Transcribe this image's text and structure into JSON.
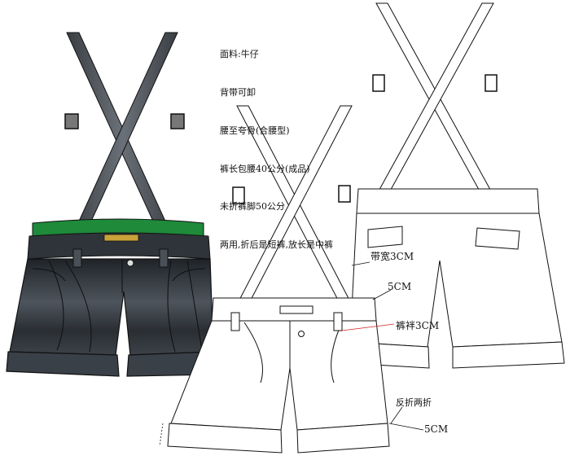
{
  "spec_notes": [
    "面料:牛仔",
    "背带可卸",
    "腰至夸骨(合腰型)",
    "裤长包腰40公分(成品)",
    "未折裤脚50公分",
    "两用,折后是短裤,放长是中裤"
  ],
  "callouts": {
    "strap_width": "带宽3CM",
    "waist_height": "5CM",
    "belt_loop": "裤袢3CM",
    "cuff_fold": "反折两折",
    "cuff_height": "5CM"
  },
  "colors": {
    "denim_dark": "#2c3035",
    "denim_mid": "#5a6068",
    "waistband_green": "#1e8a3a",
    "label_gold": "#c9a23a",
    "outline": "#111111",
    "callout_red": "#d62020"
  }
}
